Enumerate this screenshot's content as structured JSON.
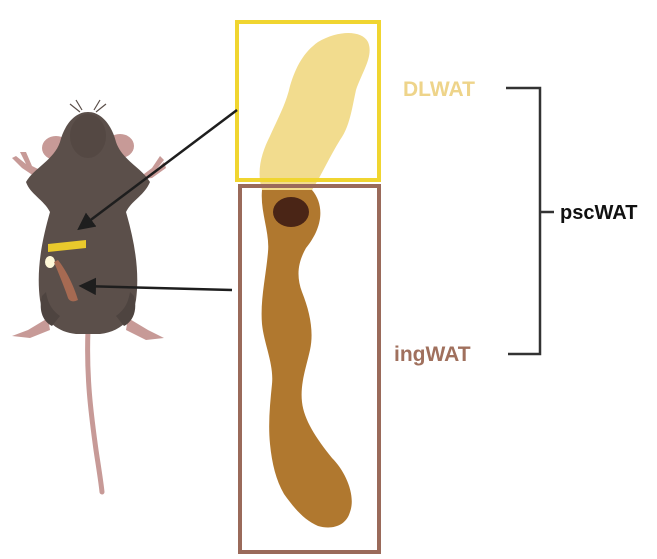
{
  "labels": {
    "dlwat": "DLWAT",
    "ingwat": "ingWAT",
    "pscwat": "pscWAT"
  },
  "colors": {
    "dlwat_box": "#f0d530",
    "dlwat_fill": "#f2dc8e",
    "dlwat_text": "#eed48a",
    "ingwat_box": "#9a6a5a",
    "ingwat_fill": "#b0782f",
    "ingwat_text": "#a0705d",
    "node": "#4a2516",
    "mouse_body": "#5b4f4a",
    "mouse_tail": "#c79a97",
    "arrow": "#1e1e1e",
    "bracket": "#333333",
    "pscwat_text": "#111111"
  },
  "icons": {
    "mouse": "mouse-illustration-icon"
  }
}
